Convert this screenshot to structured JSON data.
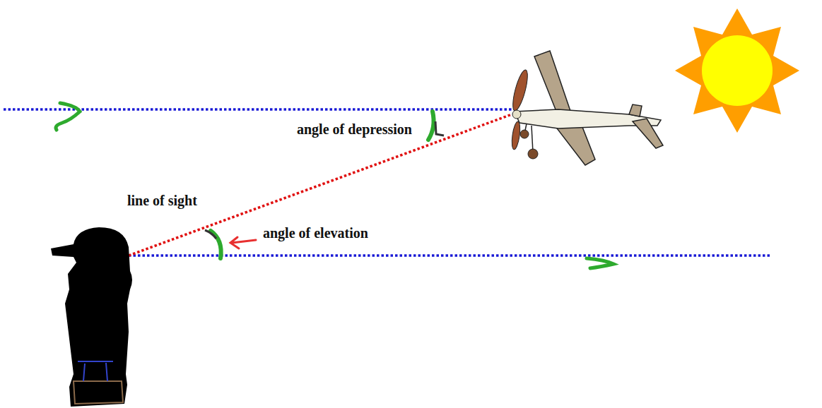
{
  "diagram": {
    "labels": [
      "angle of depression",
      "line of sight",
      "angle of elevation"
    ]
  }
}
